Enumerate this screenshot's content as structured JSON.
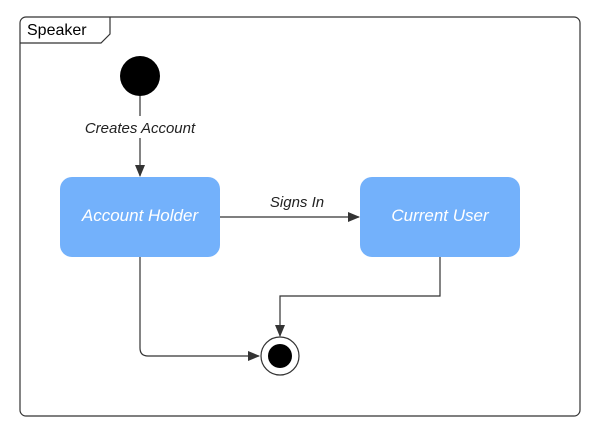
{
  "diagram": {
    "frame": {
      "title": "Speaker"
    },
    "states": [
      {
        "id": "account-holder",
        "label": "Account Holder"
      },
      {
        "id": "current-user",
        "label": "Current User"
      }
    ],
    "transitions": [
      {
        "from": "initial",
        "to": "account-holder",
        "label": "Creates Account"
      },
      {
        "from": "account-holder",
        "to": "current-user",
        "label": "Signs In"
      },
      {
        "from": "account-holder",
        "to": "final",
        "label": ""
      },
      {
        "from": "current-user",
        "to": "final",
        "label": ""
      }
    ]
  },
  "colors": {
    "state_fill": "#73b1fb",
    "line": "#333333",
    "node": "#000000"
  }
}
